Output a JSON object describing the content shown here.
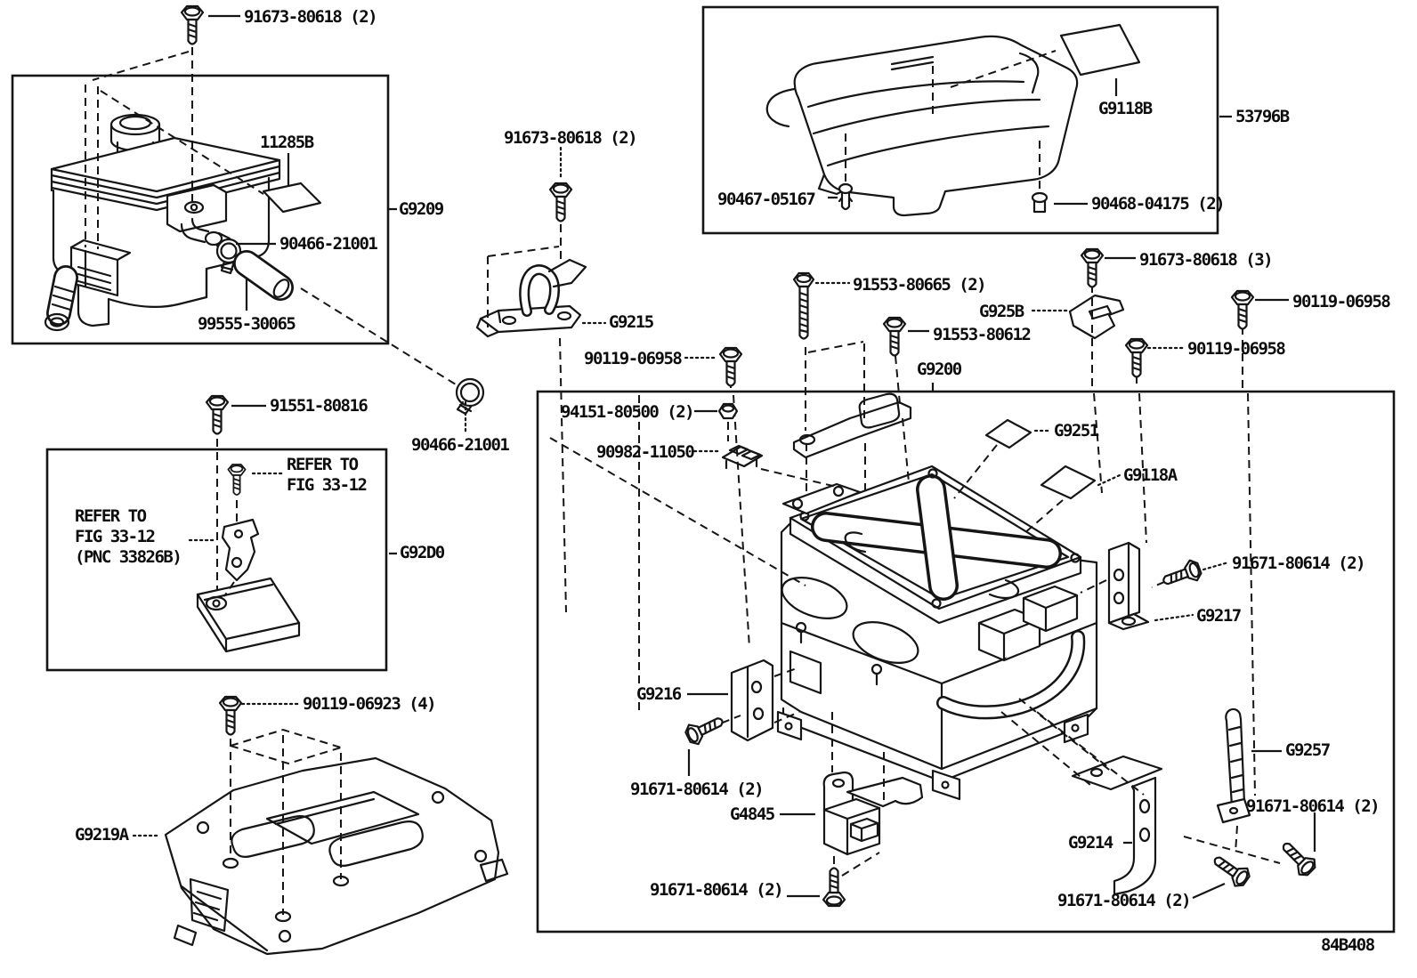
{
  "labels": {
    "bolt_91673_80618_a": "91673-80618 (2)",
    "sticker_11285b": "11285B",
    "assy_g9209": "G9209",
    "clamp_90466_21001_a": "90466-21001",
    "hose_99555_30065": "99555-30065",
    "bolt_91673_80618_b": "91673-80618 (2)",
    "bracket_g9215": "G9215",
    "bolt_90119_06958_a": "90119-06958",
    "clamp_90466_21001_b": "90466-21001",
    "bolt_91551_80816": "91551-80816",
    "note_refer_fig_a": "REFER TO\nFIG 33-12",
    "note_refer_fig_b": "REFER TO\nFIG 33-12\n(PNC 33826B)",
    "assy_g92d0": "G92D0",
    "bolt_90119_06923": "90119-06923 (4)",
    "bracket_g9219a": "G9219A",
    "sticker_g9118b": "G9118B",
    "cover_53796b": "53796B",
    "pin_90467_05167": "90467-05167",
    "clip_90468_04175": "90468-04175 (2)",
    "bolt_91673_80618_c": "91673-80618 (3)",
    "bolt_90119_06958_b": "90119-06958",
    "bolt_90119_06958_c": "90119-06958",
    "bracket_g925b": "G925B",
    "bolt_91553_80665": "91553-80665 (2)",
    "bolt_91553_80612": "91553-80612",
    "assy_g9200": "G9200",
    "nut_94151_80500": "94151-80500 (2)",
    "retainer_90982_11050": "90982-11050",
    "sticker_g9251": "G9251",
    "sticker_g9118a": "G9118A",
    "bolt_91671_80614_a": "91671-80614 (2)",
    "bracket_g9217": "G9217",
    "bracket_g9216": "G9216",
    "bolt_91671_80614_b": "91671-80614 (2)",
    "bracket_g4845": "G4845",
    "bolt_91671_80614_c": "91671-80614 (2)",
    "bracket_g9214": "G9214",
    "bracket_g9257": "G9257",
    "bolt_91671_80614_d": "91671-80614 (2)",
    "bolt_91671_80614_e": "91671-80614 (2)",
    "figure_code": "84B408"
  }
}
